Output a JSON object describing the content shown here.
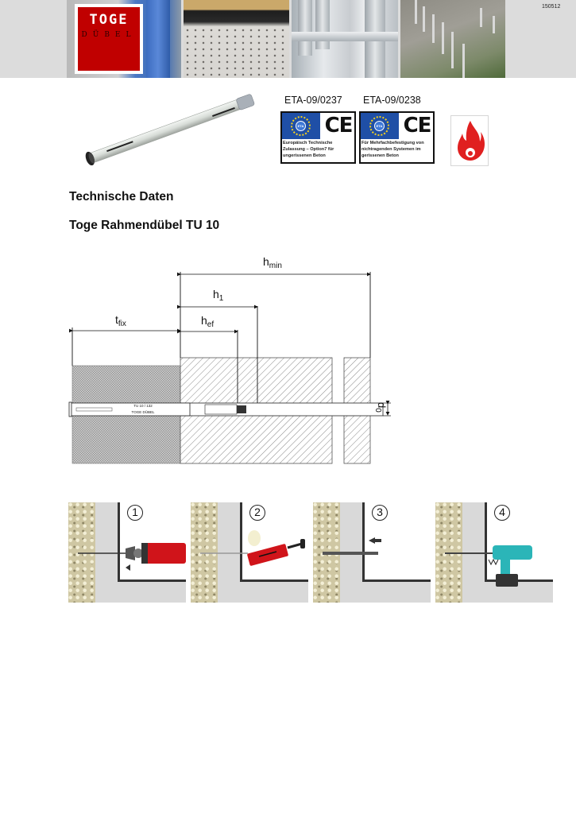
{
  "header": {
    "doc_id": "150512",
    "logo": {
      "line1": "TOGE",
      "line2": "DÜBEL",
      "color": "#c00000"
    },
    "photos": [
      "blue-steel-post-photo",
      "concrete-deck-anchors-photo",
      "guardrail-posts-photo",
      "anchor-pins-photo"
    ]
  },
  "product_image": {
    "name": "frame-anchor-product-image"
  },
  "approvals": [
    {
      "title": "ETA-09/0237",
      "flag_text": "ETA",
      "ce_mark": "CE",
      "text_lines": [
        "Europäisch Technische",
        "Zulassung – Option7 für",
        "ungerissenen Beton"
      ]
    },
    {
      "title": "ETA-09/0238",
      "flag_text": "ETA",
      "ce_mark": "CE",
      "text_lines": [
        "Für Mehrfachbefestigung von",
        "nichtragenden Systemen im",
        "gerissenen Beton"
      ]
    }
  ],
  "fire_icon": {
    "name": "fire-resistance-icon",
    "color": "#e02020"
  },
  "headings": {
    "section": "Technische  Daten",
    "product": "Toge Rahmendübel TU 10"
  },
  "drawing": {
    "labels": {
      "h_min": {
        "base": "h",
        "sub": "min"
      },
      "h_1": {
        "base": "h",
        "sub": "1"
      },
      "h_ef": {
        "base": "h",
        "sub": "ef"
      },
      "t_fix": {
        "base": "t",
        "sub": "fix"
      },
      "d_0": {
        "base": "d",
        "sub": "0"
      }
    },
    "anchor_text_line1": "TU 10 / 132",
    "anchor_text_line2": "TOGE DÜBEL"
  },
  "steps": [
    {
      "number": "1",
      "action": "drill-hole",
      "tool_color": "#d0141a"
    },
    {
      "number": "2",
      "action": "blow-out-hole",
      "tool_color": "#d0141a"
    },
    {
      "number": "3",
      "action": "insert-anchor"
    },
    {
      "number": "4",
      "action": "screw-in",
      "tool_color": "#2bb5b8"
    }
  ]
}
